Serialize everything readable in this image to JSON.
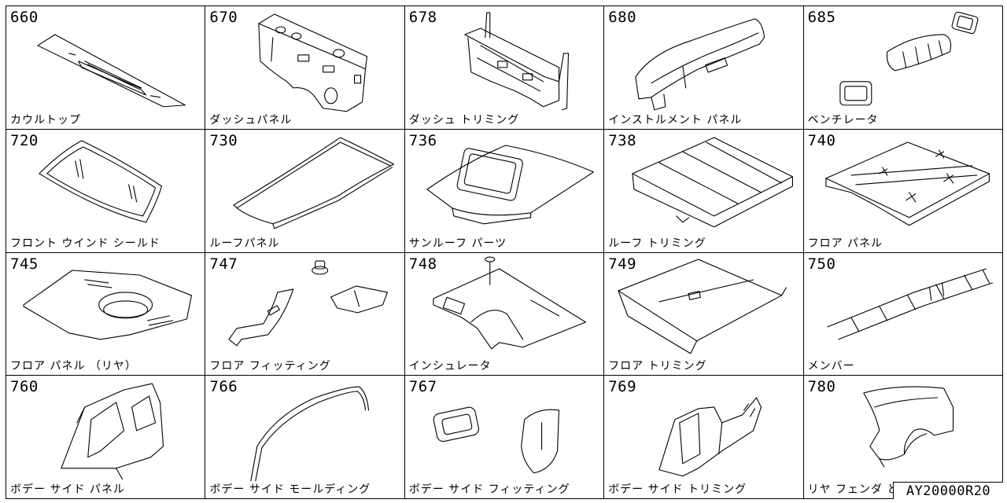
{
  "catalog": {
    "reference_code": "AY20000R20",
    "sections": [
      {
        "code": "660",
        "label": "カウルトップ",
        "icon": "cowl-top-icon"
      },
      {
        "code": "670",
        "label": "ダッシュパネル",
        "icon": "dash-panel-icon"
      },
      {
        "code": "678",
        "label": "ダッシュ トリミング",
        "icon": "dash-trimming-icon"
      },
      {
        "code": "680",
        "label": "インストルメント パネル",
        "icon": "instrument-panel-icon"
      },
      {
        "code": "685",
        "label": "ベンチレータ",
        "icon": "ventilator-icon"
      },
      {
        "code": "720",
        "label": "フロント ウインド シールド",
        "icon": "front-windshield-icon"
      },
      {
        "code": "730",
        "label": "ルーフパネル",
        "icon": "roof-panel-icon"
      },
      {
        "code": "736",
        "label": "サンルーフ パーツ",
        "icon": "sunroof-parts-icon"
      },
      {
        "code": "738",
        "label": "ルーフ トリミング",
        "icon": "roof-trimming-icon"
      },
      {
        "code": "740",
        "label": "フロア パネル",
        "icon": "floor-panel-icon"
      },
      {
        "code": "745",
        "label": "フロア パネル （リヤ）",
        "icon": "rear-floor-panel-icon"
      },
      {
        "code": "747",
        "label": "フロア フィッティング",
        "icon": "floor-fitting-icon"
      },
      {
        "code": "748",
        "label": "インシュレータ",
        "icon": "insulator-icon"
      },
      {
        "code": "749",
        "label": "フロア トリミング",
        "icon": "floor-trimming-icon"
      },
      {
        "code": "750",
        "label": "メンバー",
        "icon": "member-frame-icon"
      },
      {
        "code": "760",
        "label": "ボデー サイド パネル",
        "icon": "body-side-panel-icon"
      },
      {
        "code": "766",
        "label": "ボデー サイド モールディング",
        "icon": "body-side-molding-icon"
      },
      {
        "code": "767",
        "label": "ボデー サイド フィッティング",
        "icon": "body-side-fitting-icon"
      },
      {
        "code": "769",
        "label": "ボデー サイド トリミング",
        "icon": "body-side-trimming-icon"
      },
      {
        "code": "780",
        "label": "リヤ フェンダ と フィッティング",
        "icon": "rear-fender-fitting-icon"
      }
    ]
  }
}
